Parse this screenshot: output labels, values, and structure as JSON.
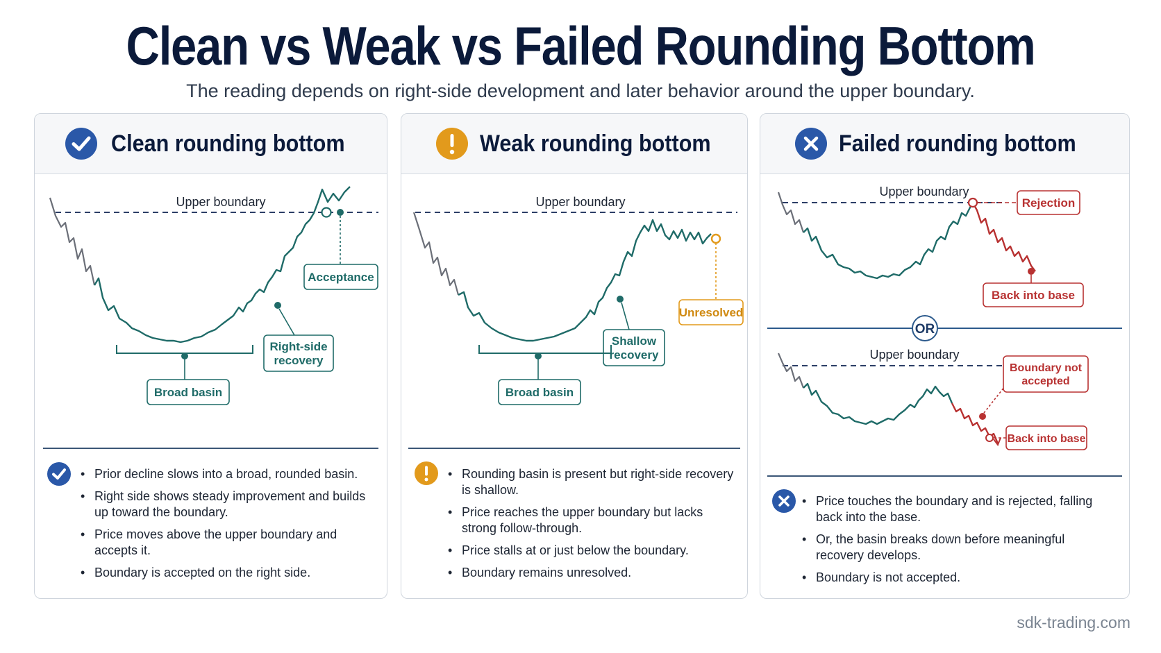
{
  "header": {
    "title": "Clean vs Weak vs Failed Rounding Bottom",
    "subtitle": "The reading depends on right-side development and later behavior around the upper boundary."
  },
  "colors": {
    "navy": "#0b1a3a",
    "teal": "#1f6b68",
    "gray_line": "#6b6f78",
    "dashed": "#2c3e66",
    "blue_badge": "#2a58a8",
    "amber": "#e29a1c",
    "red": "#b83232"
  },
  "panels": {
    "clean": {
      "icon": "check-icon",
      "title": "Clean rounding bottom",
      "upper_label": "Upper boundary",
      "callouts": {
        "acceptance": "Acceptance",
        "right_side_1": "Right-side",
        "right_side_2": "recovery",
        "broad_basin": "Broad basin"
      },
      "bullets": [
        "Prior decline slows into a broad, rounded basin.",
        "Right side shows steady improvement and builds up toward the boundary.",
        "Price moves above the upper boundary and accepts it.",
        "Boundary is accepted on the right side."
      ]
    },
    "weak": {
      "icon": "exclamation-icon",
      "title": "Weak rounding bottom",
      "upper_label": "Upper boundary",
      "callouts": {
        "unresolved": "Unresolved",
        "shallow_1": "Shallow",
        "shallow_2": "recovery",
        "broad_basin": "Broad basin"
      },
      "bullets": [
        "Rounding basin is present but right-side recovery is shallow.",
        "Price reaches the upper boundary but lacks strong follow-through.",
        "Price stalls at or just below the boundary.",
        "Boundary remains unresolved."
      ]
    },
    "failed": {
      "icon": "x-icon",
      "title": "Failed rounding bottom",
      "upper_label_top": "Upper boundary",
      "upper_label_bottom": "Upper boundary",
      "or_label": "OR",
      "callouts": {
        "rejection": "Rejection",
        "back_into_base_top": "Back into base",
        "not_accepted_1": "Boundary not",
        "not_accepted_2": "accepted",
        "back_into_base_bottom": "Back into base"
      },
      "bullets": [
        "Price touches the boundary and is rejected, falling back into the base.",
        "Or, the basin breaks down before meaningful recovery develops.",
        "Boundary is not accepted."
      ]
    }
  },
  "footer": {
    "site": "sdk-trading.com"
  }
}
